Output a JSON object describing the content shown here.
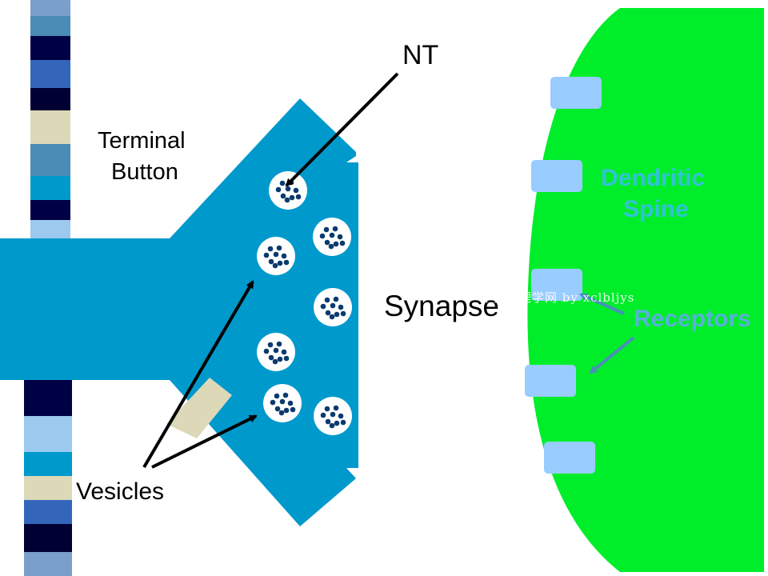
{
  "labels": {
    "nt": "NT",
    "terminal_line1": "Terminal",
    "terminal_line2": "Button",
    "synapse": "Synapse",
    "dendritic_line1": "Dendritic",
    "dendritic_line2": "Spine",
    "receptors": "Receptors",
    "vesicles": "Vesicles",
    "watermark": "华夏病理学网 by xclbljys"
  },
  "colors": {
    "terminal_blue": "#0099cc",
    "spine_green": "#00ee2a",
    "receptor_blue": "#99ccff",
    "vesicle_dot": "#0b3a6e",
    "spine_text": "#33c2d6",
    "receptor_text": "#5ab0dc",
    "arrow_black": "#000000",
    "arrow_grey": "#4a90b8",
    "stripe_colors": [
      "#7a9fcb",
      "#3366bb",
      "#000033",
      "#dcd8b8",
      "#4a8cb5",
      "#0099cc",
      "#000044",
      "#9cc9ee"
    ]
  }
}
